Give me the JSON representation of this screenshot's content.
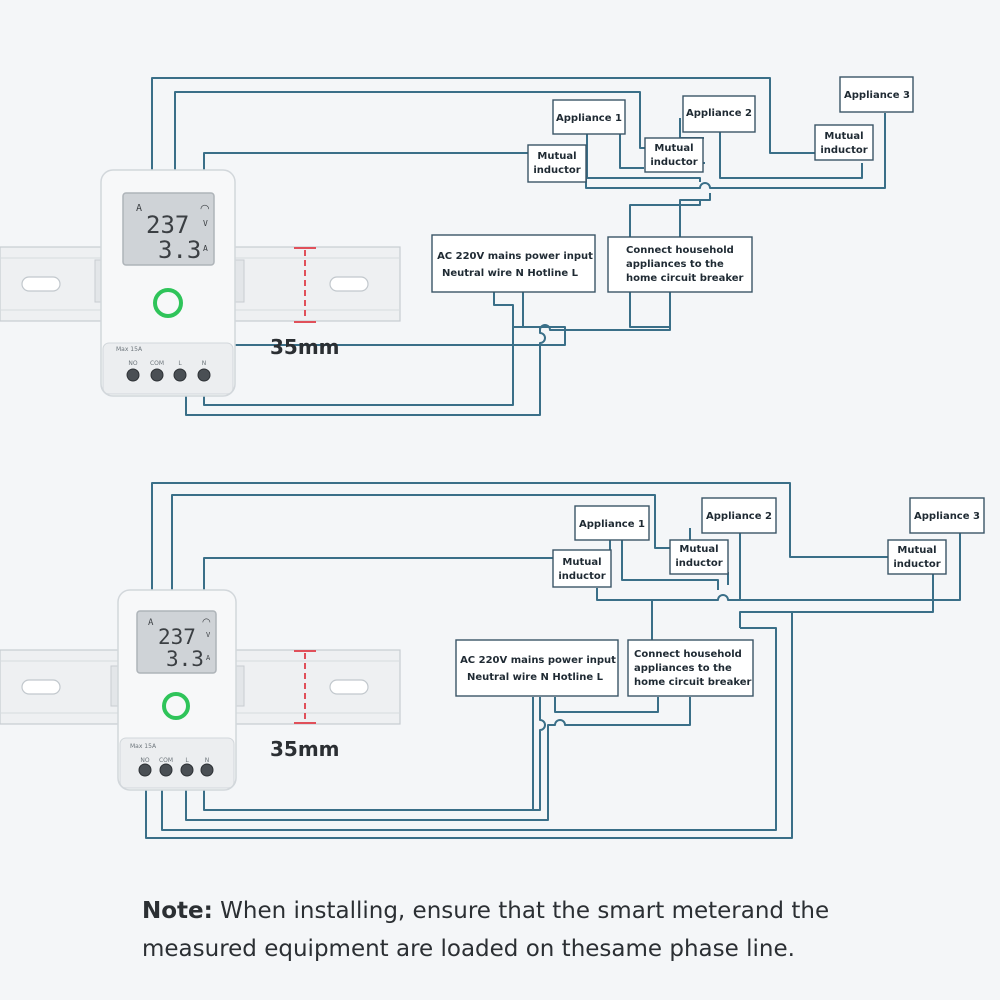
{
  "diagrams": [
    {
      "appliances": [
        "Appliance 1",
        "Appliance 2",
        "Appliance 3"
      ],
      "mutual_inductor": [
        "Mutual",
        "inductor"
      ],
      "mains_input": [
        "AC 220V mains power input",
        "Neutral wire N  Hotline L"
      ],
      "household": [
        "Connect household",
        "appliances to the",
        "home circuit breaker"
      ],
      "dimension": "35mm",
      "device": {
        "unit_label": "A",
        "voltage": "237",
        "voltage_unit": "V",
        "current": "3.3",
        "current_unit": "A",
        "max_label": "Max 15A",
        "terminals": [
          "NO",
          "COM",
          "L",
          "N"
        ],
        "indicator_color": "#2fc45a"
      }
    },
    {
      "appliances": [
        "Appliance 1",
        "Appliance 2",
        "Appliance 3"
      ],
      "mutual_inductor": [
        "Mutual",
        "inductor"
      ],
      "mains_input": [
        "AC 220V mains power input",
        "Neutral wire N  Hotline L"
      ],
      "household": [
        "Connect household",
        "appliances to the",
        "home circuit breaker"
      ],
      "dimension": "35mm",
      "device": {
        "unit_label": "A",
        "voltage": "237",
        "voltage_unit": "V",
        "current": "3.3",
        "current_unit": "A",
        "max_label": "Max 15A",
        "terminals": [
          "NO",
          "COM",
          "L",
          "N"
        ],
        "indicator_color": "#2fc45a"
      }
    }
  ],
  "note": {
    "label": "Note:",
    "text": " When installing, ensure that the smart meterand the measured equipment are loaded on thesame phase line."
  },
  "colors": {
    "wire": "#3a6f88",
    "dimension_marker": "#e0505a",
    "indicator_ring": "#2fc45a"
  }
}
